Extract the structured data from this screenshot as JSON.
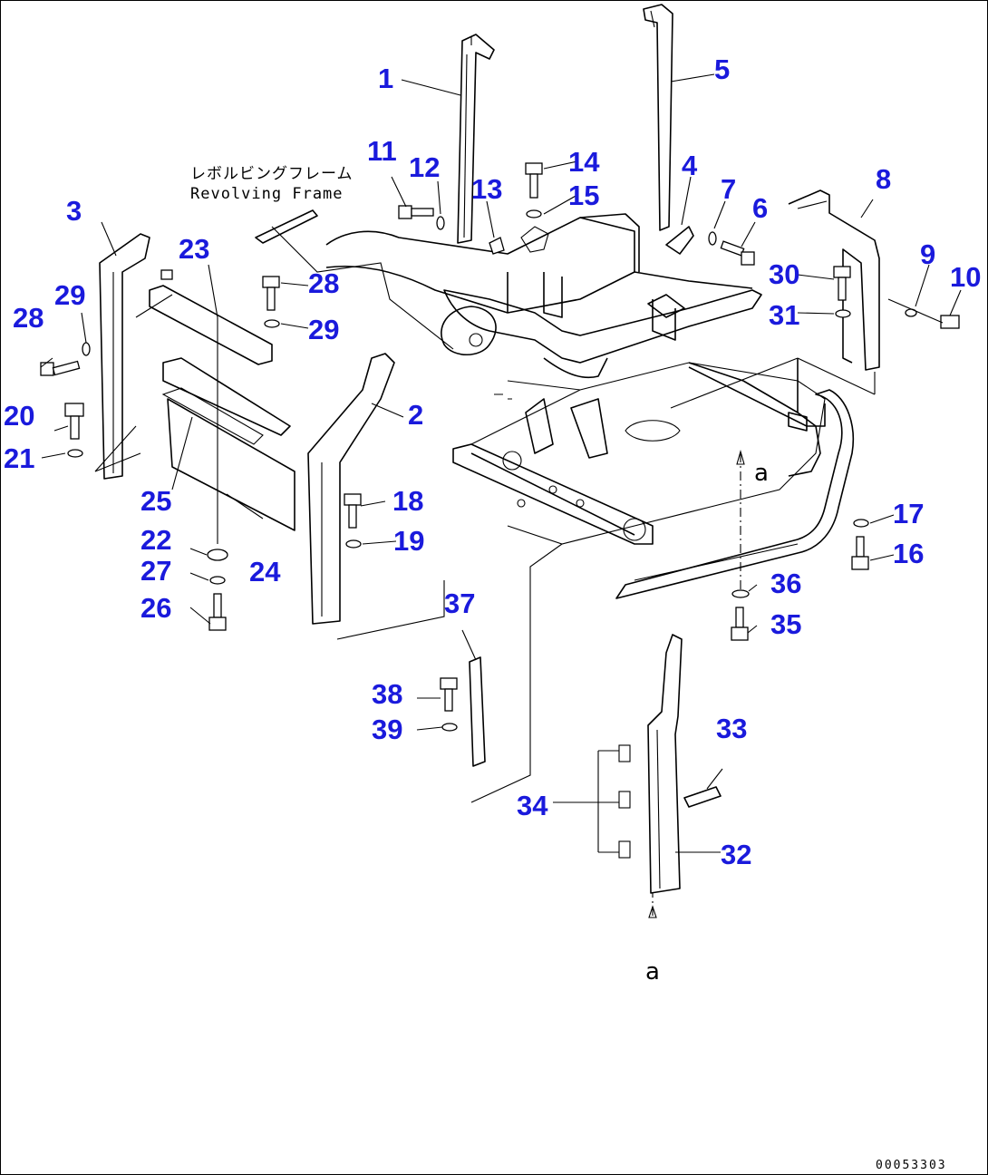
{
  "caption": {
    "jp": "レボルビングフレーム",
    "en": "Revolving Frame"
  },
  "detail_ref": "a",
  "drawing_number": "00053303",
  "callouts": [
    {
      "id": "1",
      "label": "1"
    },
    {
      "id": "2",
      "label": "2"
    },
    {
      "id": "3",
      "label": "3"
    },
    {
      "id": "4",
      "label": "4"
    },
    {
      "id": "5",
      "label": "5"
    },
    {
      "id": "6",
      "label": "6"
    },
    {
      "id": "7",
      "label": "7"
    },
    {
      "id": "8",
      "label": "8"
    },
    {
      "id": "9",
      "label": "9"
    },
    {
      "id": "10",
      "label": "10"
    },
    {
      "id": "11",
      "label": "11"
    },
    {
      "id": "12",
      "label": "12"
    },
    {
      "id": "13",
      "label": "13"
    },
    {
      "id": "14",
      "label": "14"
    },
    {
      "id": "15",
      "label": "15"
    },
    {
      "id": "16",
      "label": "16"
    },
    {
      "id": "17",
      "label": "17"
    },
    {
      "id": "18",
      "label": "18"
    },
    {
      "id": "19",
      "label": "19"
    },
    {
      "id": "20",
      "label": "20"
    },
    {
      "id": "21",
      "label": "21"
    },
    {
      "id": "22",
      "label": "22"
    },
    {
      "id": "23",
      "label": "23"
    },
    {
      "id": "24",
      "label": "24"
    },
    {
      "id": "25",
      "label": "25"
    },
    {
      "id": "26",
      "label": "26"
    },
    {
      "id": "27",
      "label": "27"
    },
    {
      "id": "28a",
      "label": "28"
    },
    {
      "id": "28b",
      "label": "28"
    },
    {
      "id": "29a",
      "label": "29"
    },
    {
      "id": "29b",
      "label": "29"
    },
    {
      "id": "30",
      "label": "30"
    },
    {
      "id": "31",
      "label": "31"
    },
    {
      "id": "32",
      "label": "32"
    },
    {
      "id": "33",
      "label": "33"
    },
    {
      "id": "34",
      "label": "34"
    },
    {
      "id": "35",
      "label": "35"
    },
    {
      "id": "36",
      "label": "36"
    },
    {
      "id": "37",
      "label": "37"
    },
    {
      "id": "38",
      "label": "38"
    },
    {
      "id": "39",
      "label": "39"
    }
  ]
}
